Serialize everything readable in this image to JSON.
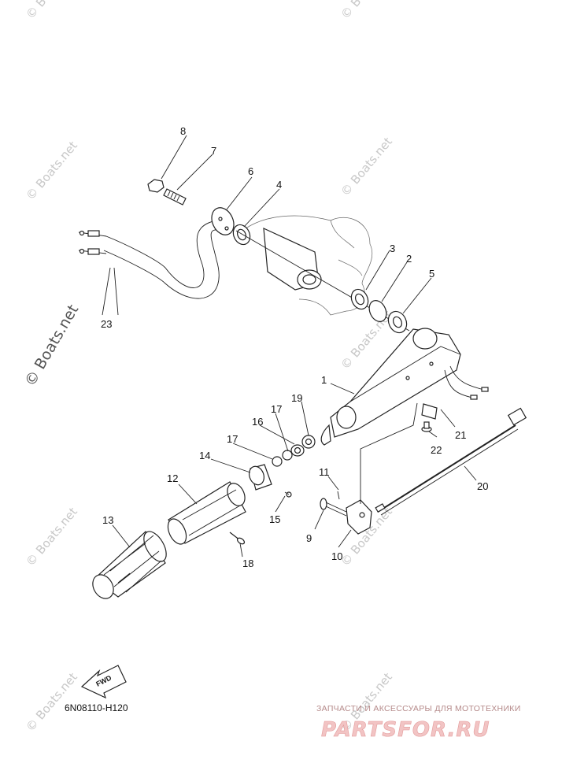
{
  "watermarks": {
    "site": "© Boats.net",
    "side": "© Boats.net"
  },
  "parts": [
    {
      "id": "1",
      "label": "1"
    },
    {
      "id": "2",
      "label": "2"
    },
    {
      "id": "3",
      "label": "3"
    },
    {
      "id": "4",
      "label": "4"
    },
    {
      "id": "5",
      "label": "5"
    },
    {
      "id": "6",
      "label": "6"
    },
    {
      "id": "7",
      "label": "7"
    },
    {
      "id": "8",
      "label": "8"
    },
    {
      "id": "9",
      "label": "9"
    },
    {
      "id": "10",
      "label": "10"
    },
    {
      "id": "11",
      "label": "11"
    },
    {
      "id": "12",
      "label": "12"
    },
    {
      "id": "13",
      "label": "13"
    },
    {
      "id": "14",
      "label": "14"
    },
    {
      "id": "15",
      "label": "15"
    },
    {
      "id": "16",
      "label": "16"
    },
    {
      "id": "17a",
      "label": "17"
    },
    {
      "id": "17b",
      "label": "17"
    },
    {
      "id": "18",
      "label": "18"
    },
    {
      "id": "19",
      "label": "19"
    },
    {
      "id": "20",
      "label": "20"
    },
    {
      "id": "21",
      "label": "21"
    },
    {
      "id": "22",
      "label": "22"
    },
    {
      "id": "23",
      "label": "23"
    }
  ],
  "fwd_label": "FWD",
  "diagram_code": "6N08110-H120",
  "shop": {
    "tagline": "ЗАПЧАСТИ И АКСЕССУАРЫ ДЛЯ МОТОТЕХНИКИ",
    "logo": "PARTSFOR.RU"
  },
  "colors": {
    "ink": "#222222",
    "watermark": "#c8c8c8",
    "shop": "#e39b9b"
  }
}
